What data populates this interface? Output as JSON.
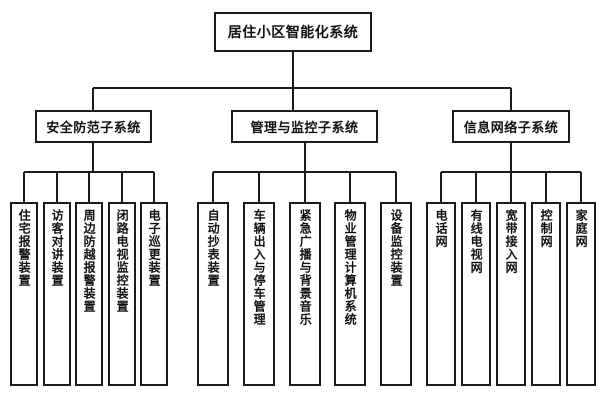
{
  "diagram": {
    "title": "居住小区智能化系统",
    "type": "organizational-tree",
    "levels": 3,
    "colors": {
      "background": "#ffffff",
      "border": "#1b1b1b",
      "text": "#111111",
      "connector": "#1b1b1b"
    },
    "root": {
      "label": "居住小区智能化系统"
    },
    "branches": [
      {
        "label": "安全防范子系统",
        "children": [
          {
            "label": "住宅报警装置"
          },
          {
            "label": "访客对讲装置"
          },
          {
            "label": "周边防越报警装置"
          },
          {
            "label": "闭路电视监控装置"
          },
          {
            "label": "电子巡更装置"
          }
        ]
      },
      {
        "label": "管理与监控子系统",
        "children": [
          {
            "label": "自动抄表装置"
          },
          {
            "label": "车辆出入与停车管理"
          },
          {
            "label": "紧急广播与背景音乐"
          },
          {
            "label": "物业管理计算机系统"
          },
          {
            "label": "设备监控装置"
          }
        ]
      },
      {
        "label": "信息网络子系统",
        "children": [
          {
            "label": "电话网"
          },
          {
            "label": "有线电视网"
          },
          {
            "label": "宽带接入网"
          },
          {
            "label": "控制网"
          },
          {
            "label": "家庭网"
          }
        ]
      }
    ]
  }
}
